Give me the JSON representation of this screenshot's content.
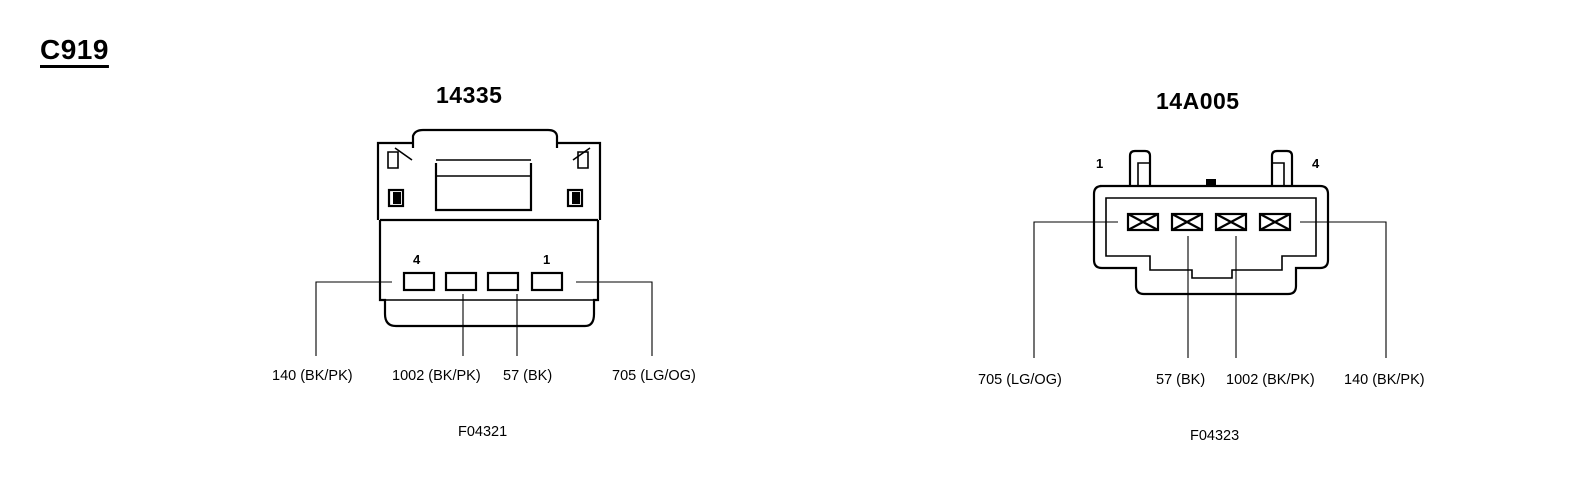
{
  "connector_id": "C919",
  "left_connector": {
    "part_number": "14335",
    "pin_labels": [
      "4",
      "1"
    ],
    "wires": [
      "140 (BK/PK)",
      "1002 (BK/PK)",
      "57 (BK)",
      "705 (LG/OG)"
    ],
    "figure_code": "F04321"
  },
  "right_connector": {
    "part_number": "14A005",
    "pin_labels": [
      "1",
      "4"
    ],
    "wires": [
      "705 (LG/OG)",
      "57 (BK)",
      "1002 (BK/PK)",
      "140 (BK/PK)"
    ],
    "figure_code": "F04323"
  }
}
